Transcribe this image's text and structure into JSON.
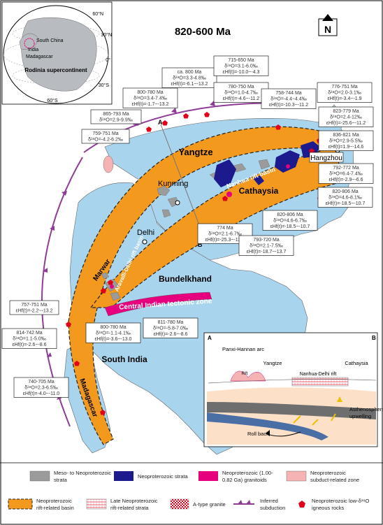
{
  "title": "820-600 Ma",
  "north": "N",
  "inset": {
    "lat_labels": [
      "60°N",
      "30°N",
      "0°",
      "30°S",
      "60°S"
    ],
    "regions": [
      "South China",
      "India",
      "Madagascar"
    ],
    "continent": "Rodinia supercontinent"
  },
  "regions": {
    "yangtze": "Yangtze",
    "cathaysia": "Cathaysia",
    "marwar": "Marwar",
    "bundelkhand": "Bundelkhand",
    "south_india": "South India",
    "madagascar": "Madagascar"
  },
  "places": {
    "kunming": "Kunming",
    "delhi": "Delhi",
    "hangzhou": "Hangzhou"
  },
  "features": {
    "nanhua_rift": "Nanhua rift basin",
    "aravalli_rift": "Aravalli-Delhi rift basin",
    "cit_zone": "Central Indian tectonic zone"
  },
  "profile_points": {
    "a": "A",
    "b": "B"
  },
  "annotations": [
    {
      "id": "a1",
      "lines": [
        "ca. 800 Ma",
        "δ¹⁸O=3.3-4.8‰",
        "εHf(t)=-6.1~-13.2"
      ]
    },
    {
      "id": "a2",
      "lines": [
        "715-650 Ma",
        "δ¹⁸O=3.1-6.0‰",
        "εHf(t)=-10.0~-4.3"
      ]
    },
    {
      "id": "a3",
      "lines": [
        "800-780 Ma",
        "δ¹⁸O=3.4-7.4‰",
        "εHf(t)=-1.7~-13.2"
      ]
    },
    {
      "id": "a4",
      "lines": [
        "780-750 Ma",
        "δ¹⁸O=1.0-4.7‰",
        "εHf(t)=-4.6~-11.2"
      ]
    },
    {
      "id": "a5",
      "lines": [
        "758-744 Ma",
        "δ¹⁸O=-4.4~4.4‰",
        "εHf(t)=-10.3~-11.2"
      ]
    },
    {
      "id": "a6",
      "lines": [
        "776-751 Ma",
        "δ¹⁸O=2.0-3.1‰",
        "εHf(t)=-3.4~-1.9"
      ]
    },
    {
      "id": "a7",
      "lines": [
        "865-793 Ma",
        "δ¹⁸O=2.9-9.9‰"
      ]
    },
    {
      "id": "a8",
      "lines": [
        "823-779 Ma",
        "δ¹⁸O=2.4-12‰",
        "εHf(t)=-25.6~-11.2"
      ]
    },
    {
      "id": "a9",
      "lines": [
        "759-751 Ma",
        "δ¹⁸O=-4.2-6.2‰"
      ]
    },
    {
      "id": "a10",
      "lines": [
        "836-821 Ma",
        "δ¹⁸O=2.9-5.5‰",
        "εHf(t)=1.9~-14.6"
      ]
    },
    {
      "id": "a11",
      "lines": [
        "792-772 Ma",
        "δ¹⁸O=6.4-7.4‰",
        "εHf(t)=-2.9~-6.6"
      ]
    },
    {
      "id": "a12",
      "lines": [
        "774 Ma",
        "δ¹⁸O=2.1-6.7‰",
        "εHf(t)=-25.3~-13.5"
      ]
    },
    {
      "id": "a13",
      "lines": [
        "820-806 Ma",
        "δ¹⁸O=4.6-6.7‰",
        "εHf(t)=-18.5~-10.7"
      ]
    },
    {
      "id": "a14",
      "lines": [
        "820-806 Ma",
        "δ¹⁸O=4.6-8.1‰",
        "εHf(t)=-18.5~-10.7"
      ]
    },
    {
      "id": "a15",
      "lines": [
        "793-720 Ma",
        "δ¹⁸O=2.1-7.5‰",
        "εHf(t)=-18.7~-13.7"
      ]
    },
    {
      "id": "a16",
      "lines": [
        "757-751 Ma",
        "εHf(t)=-2.2~-13.2"
      ]
    },
    {
      "id": "a17",
      "lines": [
        "814-742 Ma",
        "δ¹⁸O=1.1-5.0‰",
        "εHf(t)=-2.6~-8.6"
      ]
    },
    {
      "id": "a18",
      "lines": [
        "800-780 Ma",
        "δ¹⁸O=-1.1-4.1‰",
        "εHf(t)=-3.6~-13.0"
      ]
    },
    {
      "id": "a19",
      "lines": [
        "811-780 Ma",
        "δ¹⁸O=-5.8-7.0‰",
        "εHf(t)=-2.6~-8.6"
      ]
    },
    {
      "id": "a20",
      "lines": [
        "740-705 Ma",
        "δ¹⁸O=2.3-6.5‰",
        "εHf(t)=-4.0~-11.0"
      ]
    }
  ],
  "section": {
    "a": "A",
    "b": "B",
    "arc": "Panxi-Hannan arc",
    "yangtze": "Yangtze",
    "cathaysia": "Cathaysia",
    "rift": "Rift",
    "nanhua_delhi": "Nanhua-Delhi rift",
    "asthenosphere": [
      "Asthenosphere",
      "upwelling"
    ],
    "rollback": "Roll back"
  },
  "legend": [
    {
      "id": "meso",
      "lines": [
        "Meso- to Neoproterozoic",
        "strata"
      ]
    },
    {
      "id": "neo",
      "lines": [
        "Neoproterozoic strata"
      ]
    },
    {
      "id": "gran",
      "lines": [
        "Neoproterozoic (1.00-",
        "0.82 Ga) granitoids"
      ]
    },
    {
      "id": "subduct",
      "lines": [
        "Neoproterozoic",
        "subduct-related zone"
      ]
    },
    {
      "id": "rift",
      "lines": [
        "Neoproterozoic",
        "rift-related basin"
      ]
    },
    {
      "id": "late",
      "lines": [
        "Late Neoproterozoic",
        "rift-related strata"
      ]
    },
    {
      "id": "atype",
      "lines": [
        "A-type granite"
      ]
    },
    {
      "id": "inferred",
      "lines": [
        "Inferred",
        "subduction"
      ]
    },
    {
      "id": "lowo",
      "lines": [
        "Neoproterozoic low-δ¹⁸O",
        "igneous rocks"
      ]
    }
  ],
  "colors": {
    "continent": "#a9d4ee",
    "ocean": "#ffffff",
    "rift": "#f39a1e",
    "meso": "#9b9b9b",
    "neo": "#1c1a8c",
    "granitoid": "#e6007e",
    "subduct": "#f5b3b3",
    "subduction_line": "#8e3c96",
    "lowo": "#e2001a"
  }
}
